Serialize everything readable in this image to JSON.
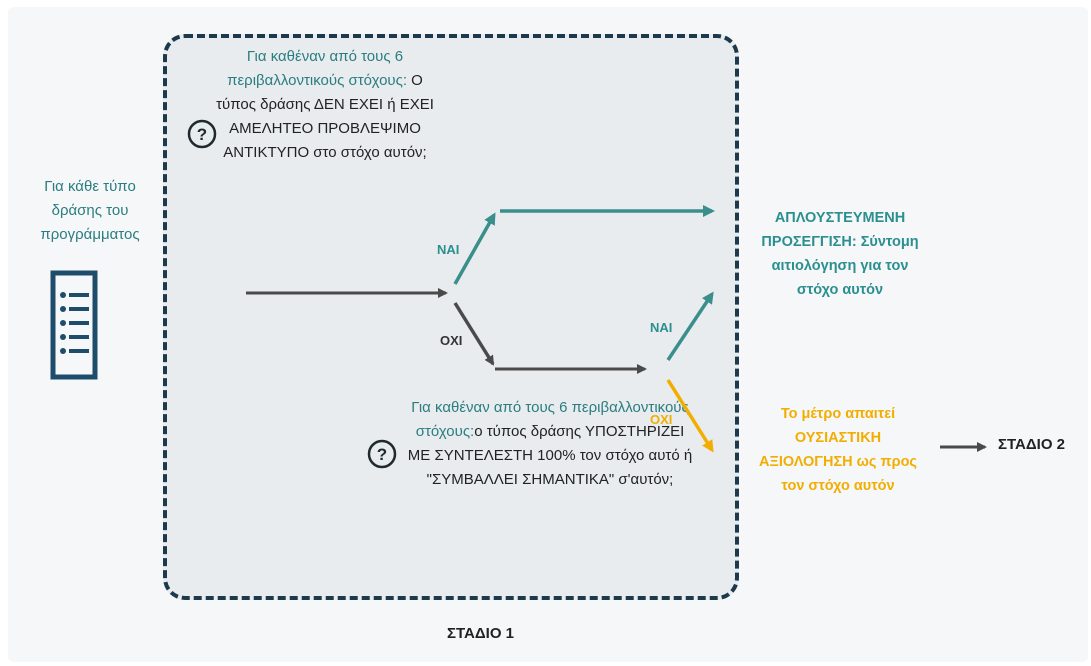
{
  "left_label": "Για κάθε τύπο δράσης του προγράμματος",
  "question1": {
    "part1": "Για καθέναν από τους 6 περιβαλλοντικούς στόχους:",
    "part2": " Ο τύπος δράσης ΔΕΝ ΕΧΕΙ ή ΕΧΕΙ ΑΜΕΛΗΤΕΟ ΠΡΟΒΛΕΨΙΜΟ ΑΝΤΙΚΤΥΠΟ στο στόχο αυτόν;"
  },
  "question2": {
    "part1": "Για καθέναν από τους 6 περιβαλλοντικούς στόχους:",
    "part2": "ο τύπος δράσης ΥΠΟΣΤΗΡΙΖΕΙ ΜΕ ΣΥΝΤΕΛΕΣΤΗ 100% τον στόχο αυτό ή \"ΣΥΜΒΑΛΛΕΙ ΣΗΜΑΝΤΙΚΑ\" σ'αυτόν;"
  },
  "edges": {
    "yes1": "ΝΑΙ",
    "no1": "ΟΧΙ",
    "yes2": "ΝΑΙ",
    "no2": "ΟΧΙ"
  },
  "result_simplified": "ΑΠΛΟΥΣΤΕΥΜΕΝΗ ΠΡΟΣΕΓΓΙΣΗ: Σύντομη αιτιολόγηση για τον στόχο αυτόν",
  "result_full": "Το μέτρο απαιτεί ΟΥΣΙΑΣΤΙΚΗ ΑΞΙΟΛΟΓΗΣΗ ως προς τον στόχο αυτόν",
  "stage2_label": "ΣΤΑΔΙΟ 2",
  "stage1_label": "ΣΤΑΔΙΟ 1",
  "icons": {
    "question": "question-circle-icon",
    "document": "document-list-icon"
  },
  "colors": {
    "teal": "#2b7d80",
    "arrow_teal": "#3a8e8c",
    "yellow": "#f2ae00",
    "dark": "#4a4a4a",
    "box_border": "#1d3a4d"
  }
}
